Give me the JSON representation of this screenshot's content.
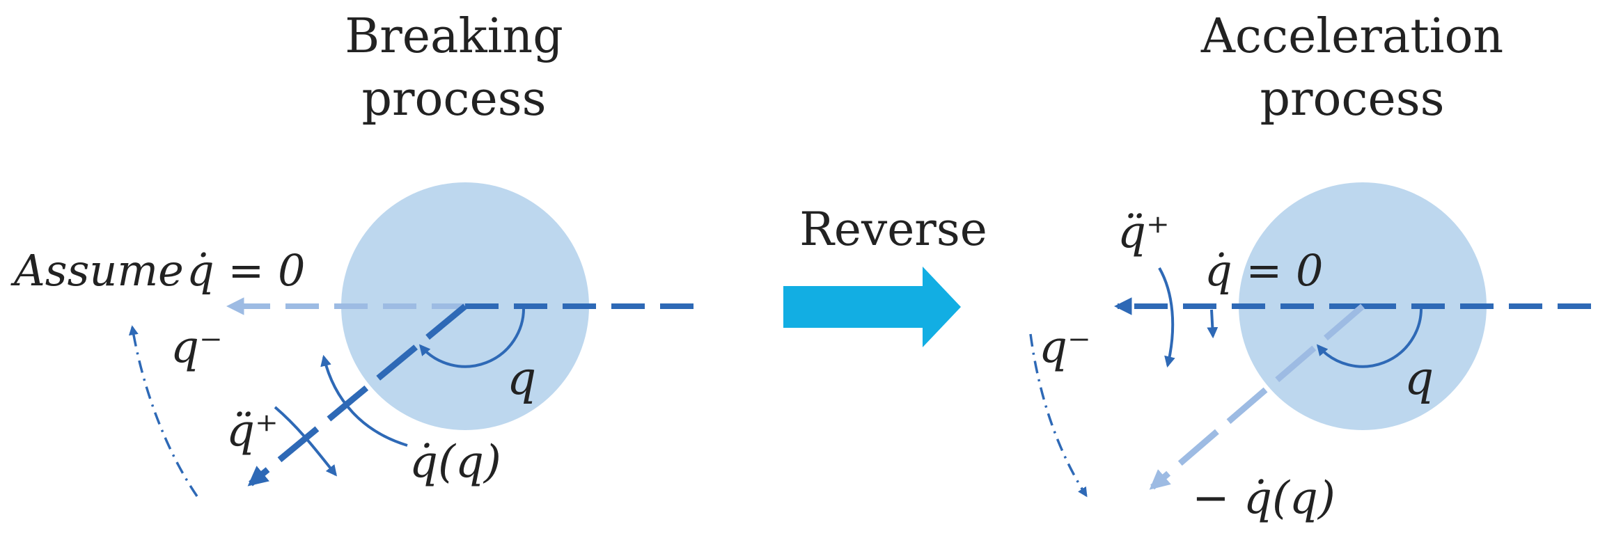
{
  "colors": {
    "circle_fill": "#bdd7ee",
    "dark_blue": "#2e69b6",
    "light_blue": "#9dbbe3",
    "arrow_cyan": "#12aee3",
    "text": "#222222"
  },
  "left_panel": {
    "title_line1": "Breaking",
    "title_line2": "process",
    "assume_word": "Assume",
    "assume_expr": "q̇ = 0",
    "q_minus": "q⁻",
    "q_ddot_plus": "q̈⁺",
    "q_label": "q",
    "q_dot_of_q": "q̇(q)"
  },
  "middle": {
    "reverse_label": "Reverse"
  },
  "right_panel": {
    "title_line1": "Acceleration",
    "title_line2": "process",
    "q_ddot_plus": "q̈⁺",
    "q_dot_zero": "q̇ = 0",
    "q_minus": "q⁻",
    "q_label": "q",
    "neg_q_dot_of_q": "− q̇(q)"
  }
}
